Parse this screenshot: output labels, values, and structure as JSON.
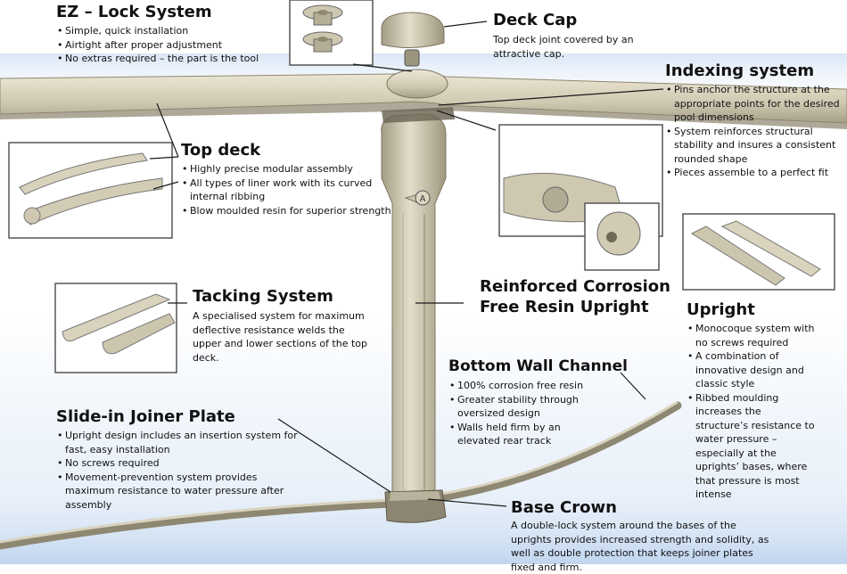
{
  "ez_lock": {
    "title": "EZ – Lock System",
    "bullets": [
      "Simple, quick installation",
      "Airtight after proper adjustment",
      "No extras required – the part is the tool"
    ]
  },
  "deck_cap": {
    "title": "Deck Cap",
    "desc": "Top deck joint covered by an attractive cap."
  },
  "indexing": {
    "title": "Indexing system",
    "bullets": [
      "Pins anchor the structure at the appropriate points for the desired pool dimensions",
      "System reinforces structural stability and insures a consistent rounded shape",
      "Pieces assemble to a perfect fit"
    ]
  },
  "top_deck": {
    "title": "Top deck",
    "bullets": [
      "Highly precise modular assembly",
      "All types of liner work with its curved internal ribbing",
      "Blow moulded resin for superior strength"
    ]
  },
  "tacking": {
    "title": "Tacking System",
    "desc": "A specialised system for maximum deflective resistance welds the upper and lower sections of the top deck."
  },
  "upright_resin": {
    "title_line1": "Reinforced Corrosion",
    "title_line2": "Free Resin Upright"
  },
  "upright": {
    "title": "Upright",
    "bullets": [
      "Monocoque system with no screws required",
      "A combination of innovative design and classic style",
      "Ribbed moulding increases the structure’s resistance to water pressure – especially at the uprights’ bases, where that pressure is most intense"
    ]
  },
  "bottom_channel": {
    "title": "Bottom Wall Channel",
    "bullets": [
      "100% corrosion free resin",
      "Greater stability through oversized design",
      "Walls held firm by an elevated rear track"
    ]
  },
  "joiner": {
    "title": "Slide-in Joiner Plate",
    "bullets": [
      "Upright design includes an insertion system for fast, easy installation",
      "No screws required",
      "Movement-prevention system provides maximum resistance to water pressure after assembly"
    ]
  },
  "base_crown": {
    "title": "Base Crown",
    "desc": "A double-lock system around the bases of the uprights provides increased strength and solidity, as well as double protection that keeps joiner plates fixed and firm."
  },
  "colors": {
    "resin": "#d6cfb9",
    "resin_dark": "#9b937c",
    "line": "#1a1a1a"
  },
  "logo_letter": "A"
}
